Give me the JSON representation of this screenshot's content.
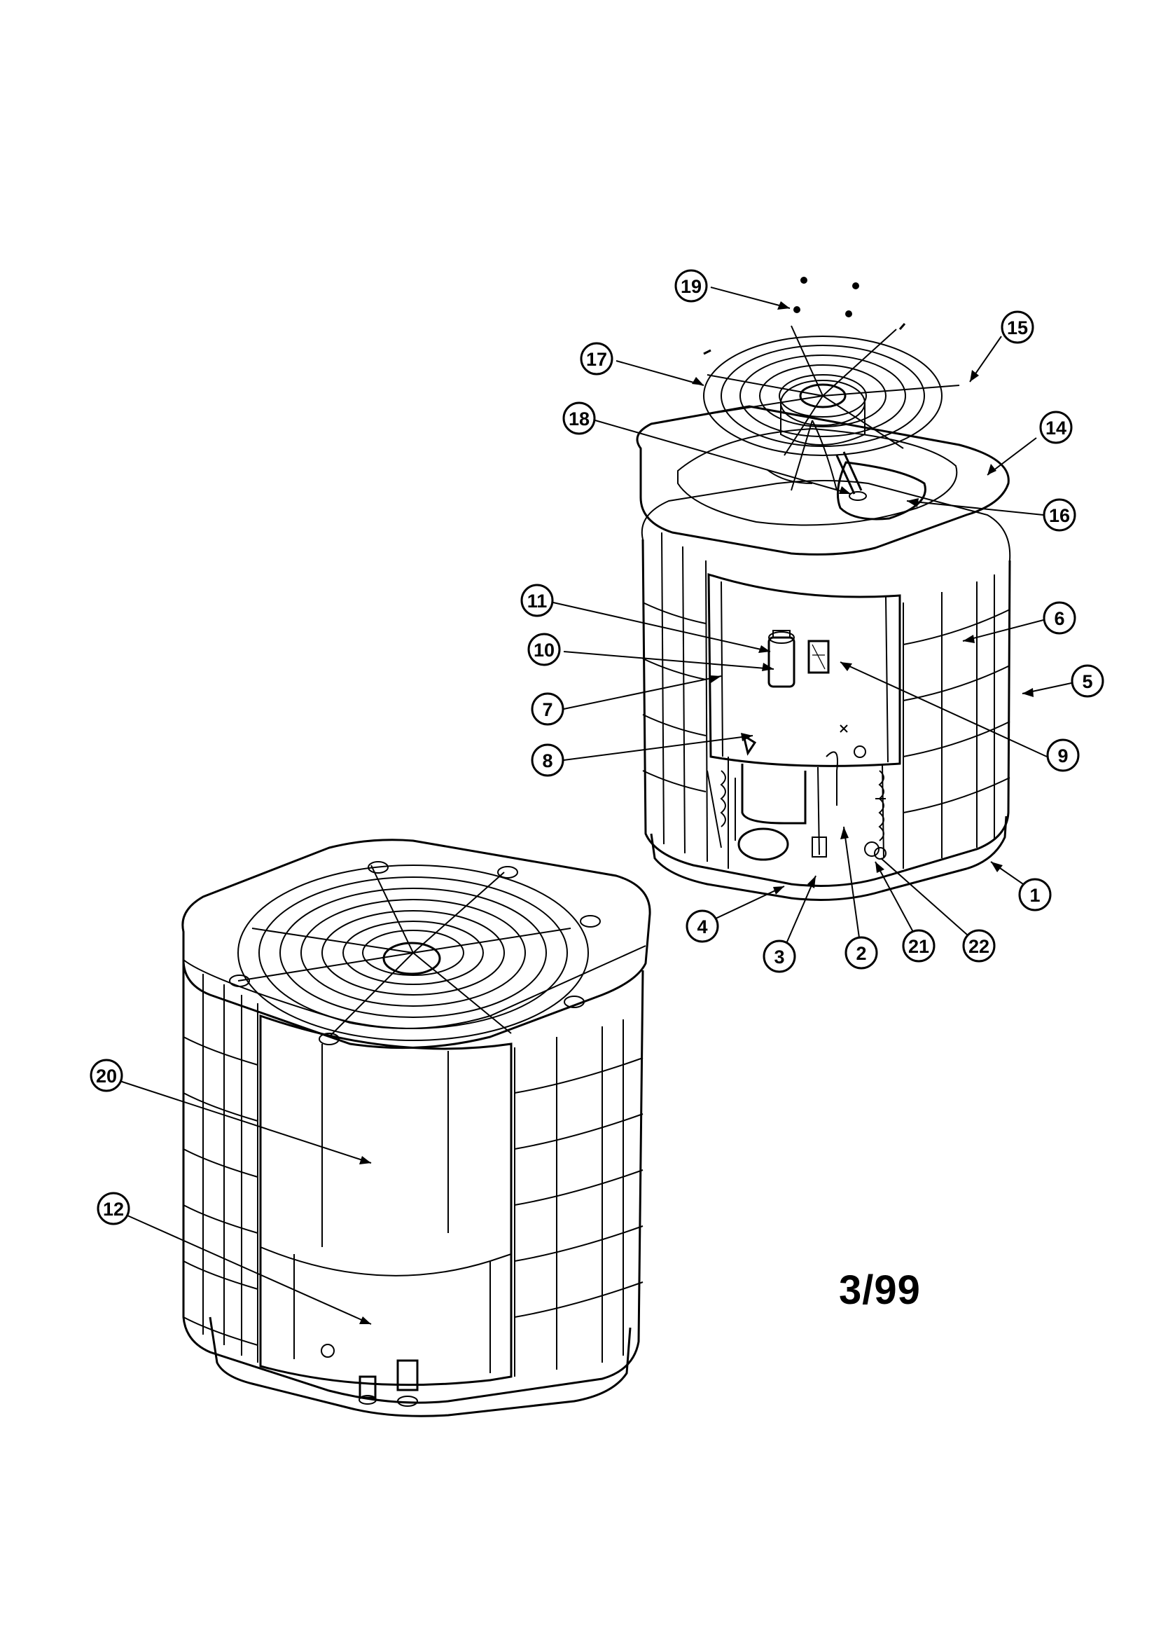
{
  "drawing": {
    "date_code": "3/99",
    "callouts": [
      "1",
      "2",
      "3",
      "4",
      "5",
      "6",
      "7",
      "8",
      "9",
      "10",
      "11",
      "12",
      "14",
      "15",
      "16",
      "17",
      "18",
      "19",
      "20",
      "21",
      "22"
    ]
  }
}
